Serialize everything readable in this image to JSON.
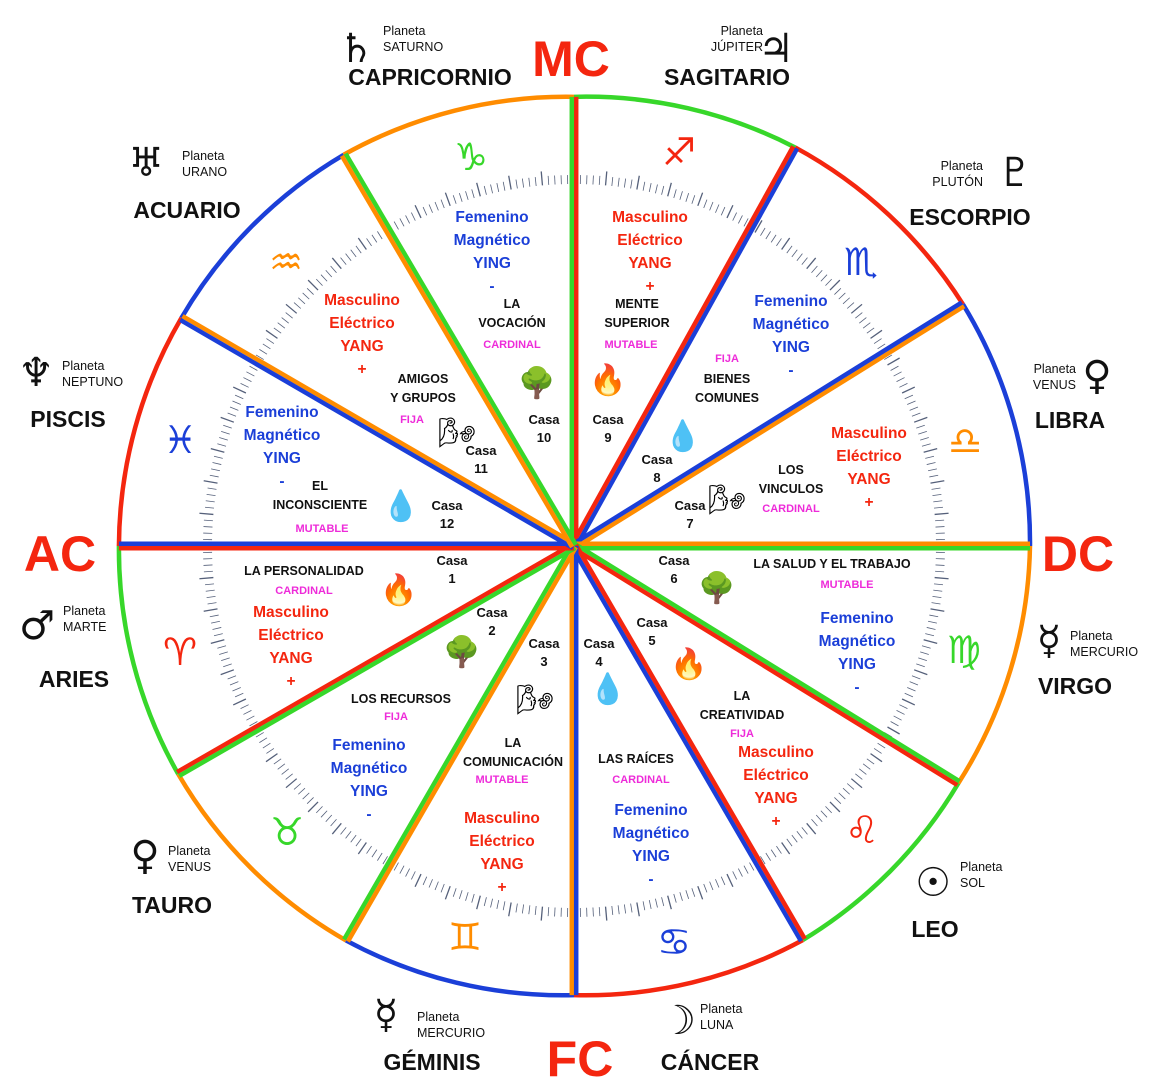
{
  "angles": {
    "mc": "MC",
    "dc": "DC",
    "fc": "FC",
    "ac": "AC"
  },
  "colors": {
    "fire": "#f4260f",
    "earth": "#37d72a",
    "air": "#ff8c00",
    "water": "#1b3fd8",
    "masculine": "#f4260f",
    "feminine": "#1b3fd8",
    "modality": "#ee2bd9"
  },
  "signs": [
    {
      "name": "CAPRICORNIO",
      "glyph": "♑",
      "planet_label": "Planeta",
      "planet_name": "SATURNO",
      "planet_glyph": "♄",
      "element": "earth"
    },
    {
      "name": "SAGITARIO",
      "glyph": "♐",
      "planet_label": "Planeta",
      "planet_name": "JÚPITER",
      "planet_glyph": "♃",
      "element": "fire"
    },
    {
      "name": "ESCORPIO",
      "glyph": "♏",
      "planet_label": "Planeta",
      "planet_name": "PLUTÓN",
      "planet_glyph": "♇",
      "element": "water"
    },
    {
      "name": "LIBRA",
      "glyph": "♎",
      "planet_label": "Planeta",
      "planet_name": "VENUS",
      "planet_glyph": "♀",
      "element": "air"
    },
    {
      "name": "VIRGO",
      "glyph": "♍",
      "planet_label": "Planeta",
      "planet_name": "MERCURIO",
      "planet_glyph": "☿",
      "element": "earth"
    },
    {
      "name": "LEO",
      "glyph": "♌",
      "planet_label": "Planeta",
      "planet_name": "SOL",
      "planet_glyph": "☉",
      "element": "fire"
    },
    {
      "name": "CÁNCER",
      "glyph": "♋",
      "planet_label": "Planeta",
      "planet_name": "LUNA",
      "planet_glyph": "☽",
      "element": "water"
    },
    {
      "name": "GÉMINIS",
      "glyph": "♊",
      "planet_label": "Planeta",
      "planet_name": "MERCURIO",
      "planet_glyph": "☿",
      "element": "air"
    },
    {
      "name": "TAURO",
      "glyph": "♉",
      "planet_label": "Planeta",
      "planet_name": "VENUS",
      "planet_glyph": "♀",
      "element": "earth"
    },
    {
      "name": "ARIES",
      "glyph": "♈",
      "planet_label": "Planeta",
      "planet_name": "MARTE",
      "planet_glyph": "♂",
      "element": "fire"
    },
    {
      "name": "PISCIS",
      "glyph": "♓",
      "planet_label": "Planeta",
      "planet_name": "NEPTUNO",
      "planet_glyph": "♆",
      "element": "water"
    },
    {
      "name": "ACUARIO",
      "glyph": "♒",
      "planet_label": "Planeta",
      "planet_name": "URANO",
      "planet_glyph": "♅",
      "element": "air"
    }
  ],
  "houses": [
    {
      "casa": "Casa",
      "num": "10",
      "topic": [
        "LA",
        "VOCACIÓN"
      ],
      "modality": "CARDINAL",
      "pol": [
        "Femenino",
        "Magnético",
        "YING",
        "-"
      ],
      "gender": "f",
      "element_icon": "🌳"
    },
    {
      "casa": "Casa",
      "num": "9",
      "topic": [
        "MENTE",
        "SUPERIOR"
      ],
      "modality": "MUTABLE",
      "pol": [
        "Masculino",
        "Eléctrico",
        "YANG",
        "+"
      ],
      "gender": "m",
      "element_icon": "🔥"
    },
    {
      "casa": "Casa",
      "num": "8",
      "topic": [
        "BIENES",
        "COMUNES"
      ],
      "modality": "FIJA",
      "pol": [
        "Femenino",
        "Magnético",
        "YING",
        "-"
      ],
      "gender": "f",
      "element_icon": "💧"
    },
    {
      "casa": "Casa",
      "num": "7",
      "topic": [
        "LOS",
        "VINCULOS"
      ],
      "modality": "CARDINAL",
      "pol": [
        "Masculino",
        "Eléctrico",
        "YANG",
        "+"
      ],
      "gender": "m",
      "element_icon": "🌬"
    },
    {
      "casa": "Casa",
      "num": "6",
      "topic": [
        "LA SALUD Y EL TRABAJO"
      ],
      "modality": "MUTABLE",
      "pol": [
        "Femenino",
        "Magnético",
        "YING",
        "-"
      ],
      "gender": "f",
      "element_icon": "🌳"
    },
    {
      "casa": "Casa",
      "num": "5",
      "topic": [
        "LA",
        "CREATIVIDAD"
      ],
      "modality": "FIJA",
      "pol": [
        "Masculino",
        "Eléctrico",
        "YANG",
        "+"
      ],
      "gender": "m",
      "element_icon": "🔥"
    },
    {
      "casa": "Casa",
      "num": "4",
      "topic": [
        "LAS RAÍCES"
      ],
      "modality": "CARDINAL",
      "pol": [
        "Femenino",
        "Magnético",
        "YING",
        "-"
      ],
      "gender": "f",
      "element_icon": "💧"
    },
    {
      "casa": "Casa",
      "num": "3",
      "topic": [
        "LA",
        "COMUNICACIÓN"
      ],
      "modality": "MUTABLE",
      "pol": [
        "Masculino",
        "Eléctrico",
        "YANG",
        "+"
      ],
      "gender": "m",
      "element_icon": "🌬"
    },
    {
      "casa": "Casa",
      "num": "2",
      "topic": [
        "LOS RECURSOS"
      ],
      "modality": "FIJA",
      "pol": [
        "Femenino",
        "Magnético",
        "YING",
        "-"
      ],
      "gender": "f",
      "element_icon": "🌳"
    },
    {
      "casa": "Casa",
      "num": "1",
      "topic": [
        "LA PERSONALIDAD"
      ],
      "modality": "CARDINAL",
      "pol": [
        "Masculino",
        "Eléctrico",
        "YANG",
        "+"
      ],
      "gender": "m",
      "element_icon": "🔥"
    },
    {
      "casa": "Casa",
      "num": "12",
      "topic": [
        "EL",
        "INCONSCIENTE"
      ],
      "modality": "MUTABLE",
      "pol": [
        "Femenino",
        "Magnético",
        "YING",
        "-"
      ],
      "gender": "f",
      "element_icon": "💧"
    },
    {
      "casa": "Casa",
      "num": "11",
      "topic": [
        "AMIGOS",
        "Y GRUPOS"
      ],
      "modality": "FIJA",
      "pol": [
        "Masculino",
        "Eléctrico",
        "YANG",
        "+"
      ],
      "gender": "m",
      "element_icon": "🌬"
    }
  ]
}
